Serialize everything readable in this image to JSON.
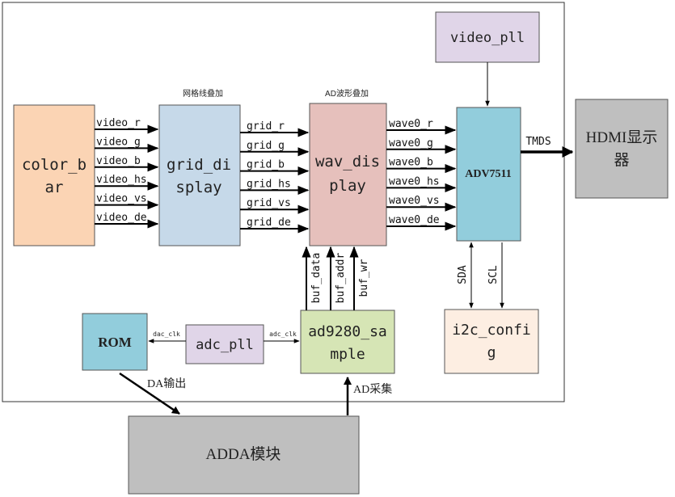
{
  "colors": {
    "color_bar": "#fbd4b4",
    "grid_display": "#c6d9e9",
    "wav_display": "#e6c0bc",
    "video_pll": "#e0d5e8",
    "adv7511": "#92cddc",
    "hdmi": "#bfbfbf",
    "rom": "#92cddc",
    "adc_pll": "#e0d5e8",
    "ad9280": "#d6e5b5",
    "i2c_config": "#fdeee2",
    "adda": "#bfbfbf"
  },
  "blocks": {
    "color_bar": {
      "line1": "color_b",
      "line2": "ar"
    },
    "grid_display": {
      "line1": "grid_di",
      "line2": "splay",
      "caption": "网格线叠加"
    },
    "wav_display": {
      "line1": "wav_dis",
      "line2": "play",
      "caption": "AD波形叠加"
    },
    "video_pll": {
      "label": "video_pll"
    },
    "adv7511": {
      "label": "ADV7511"
    },
    "hdmi": {
      "line1": "HDMI显示",
      "line2": "器"
    },
    "rom": {
      "label": "ROM"
    },
    "adc_pll": {
      "label": "adc_pll"
    },
    "ad9280": {
      "line1": "ad9280_sa",
      "line2": "mple"
    },
    "i2c_config": {
      "line1": "i2c_confi",
      "line2": "g"
    },
    "adda": {
      "label": "ADDA模块"
    }
  },
  "signals": {
    "video": [
      "video_r",
      "video_g",
      "video_b",
      "video_hs",
      "video_vs",
      "video_de"
    ],
    "grid": [
      "grid_r",
      "grid_g",
      "grid_b",
      "grid_hs",
      "grid_vs",
      "grid_de"
    ],
    "wave": [
      "wave0_r",
      "wave0_g",
      "wave0_b",
      "wave0_hs",
      "wave0_vs",
      "wave0_de"
    ],
    "buf": [
      "buf_data",
      "buf_addr",
      "buf_wr"
    ],
    "tmds": "TMDS",
    "sda": "SDA",
    "scl": "SCL",
    "dac_clk": "dac_clk",
    "adc_clk": "adc_clk",
    "da_out": "DA输出",
    "ad_in": "AD采集"
  }
}
